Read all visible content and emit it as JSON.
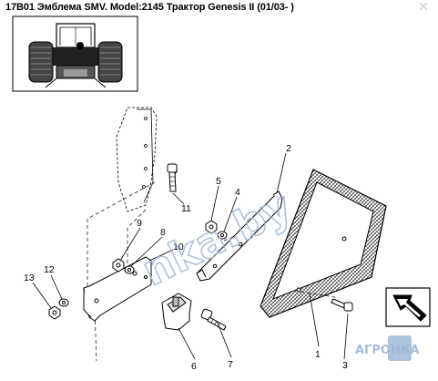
{
  "title": "17B01 Эмблема SMV. Model:2145 Трактор Genesis II (01/03- )",
  "callouts": [
    "1",
    "2",
    "3",
    "4",
    "5",
    "6",
    "7",
    "8",
    "9",
    "10",
    "11",
    "12",
    "13"
  ],
  "watermark": {
    "main": "nka.by",
    "corner": "АГРОНКА"
  },
  "colors": {
    "line": "#000000",
    "watermark": "#9fb8d8",
    "corner_badge": "#9fb8d8"
  },
  "icons": [
    "tractor-thumbnail-icon",
    "corner-corner-arrow-icon",
    "close-icon"
  ]
}
